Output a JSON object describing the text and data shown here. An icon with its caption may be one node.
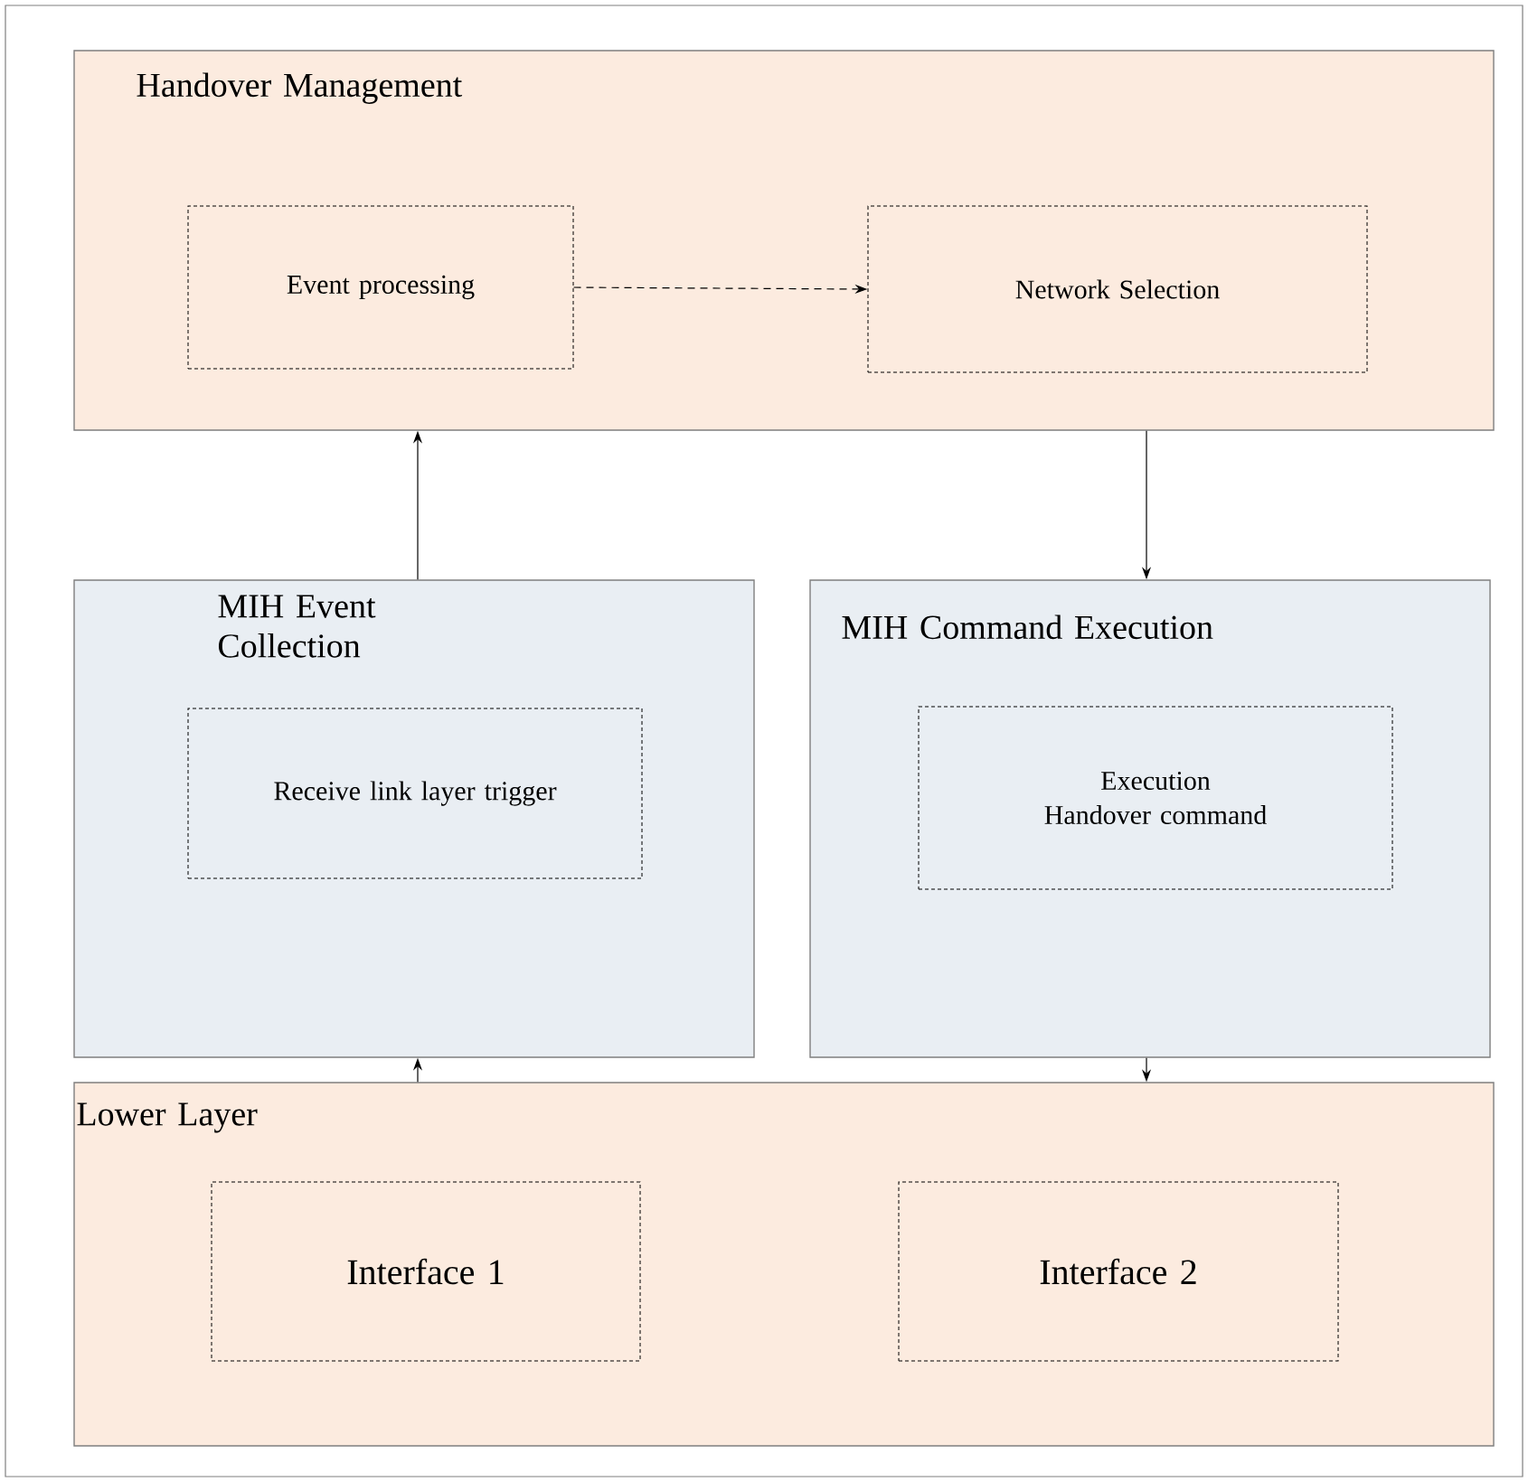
{
  "diagram": {
    "nodes": [
      {
        "text": [
          "Handover Management"
        ]
      },
      {
        "text": [
          "Event processing"
        ],
        "in": 0
      },
      {
        "text": [
          "Network Selection"
        ],
        "in": 0
      },
      {
        "text": [
          "MIH Event Collection"
        ]
      },
      {
        "text": [
          "Receive link layer trigger"
        ],
        "in": 3
      },
      {
        "text": [
          "MIH Command Execution"
        ]
      },
      {
        "text": [
          "Execution Handover command"
        ],
        "in": 5
      },
      {
        "text": [
          "Lower Layer"
        ]
      },
      {
        "text": [
          "Interface 1"
        ],
        "in": 7
      },
      {
        "text": [
          "Interface 2"
        ],
        "in": 7
      }
    ],
    "edges": [
      {
        "from": 1,
        "to": 2,
        "arrow": "to",
        "style": "dashed"
      },
      {
        "from": 3,
        "to": 0,
        "arrow": "to"
      },
      {
        "from": 0,
        "to": 5,
        "arrow": "to"
      },
      {
        "from": 7,
        "to": 3,
        "arrow": "to"
      },
      {
        "from": 5,
        "to": 7,
        "arrow": "to"
      }
    ]
  }
}
